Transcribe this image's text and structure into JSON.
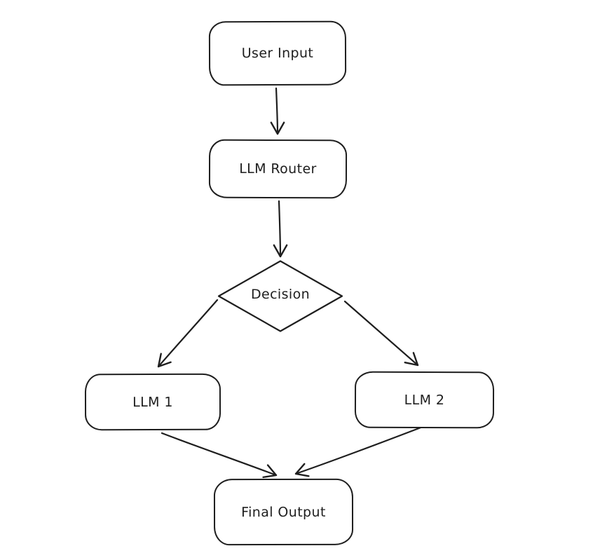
{
  "diagram": {
    "title": "LLM routing flowchart",
    "style": "hand-drawn",
    "stroke_color": "#1e1e1e",
    "background_color": "#ffffff",
    "nodes": [
      {
        "id": "user-input",
        "label": "User Input",
        "shape": "rounded-rectangle"
      },
      {
        "id": "llm-router",
        "label": "LLM Router",
        "shape": "rounded-rectangle"
      },
      {
        "id": "decision",
        "label": "Decision",
        "shape": "diamond"
      },
      {
        "id": "llm-1",
        "label": "LLM 1",
        "shape": "rounded-rectangle"
      },
      {
        "id": "llm-2",
        "label": "LLM 2",
        "shape": "rounded-rectangle"
      },
      {
        "id": "final-output",
        "label": "Final Output",
        "shape": "rounded-rectangle"
      }
    ],
    "edges": [
      {
        "from": "user-input",
        "to": "llm-router",
        "arrowhead": "arrow"
      },
      {
        "from": "llm-router",
        "to": "decision",
        "arrowhead": "arrow"
      },
      {
        "from": "decision",
        "to": "llm-1",
        "arrowhead": "arrow"
      },
      {
        "from": "decision",
        "to": "llm-2",
        "arrowhead": "arrow"
      },
      {
        "from": "llm-1",
        "to": "final-output",
        "arrowhead": "arrow"
      },
      {
        "from": "llm-2",
        "to": "final-output",
        "arrowhead": "arrow"
      }
    ]
  }
}
